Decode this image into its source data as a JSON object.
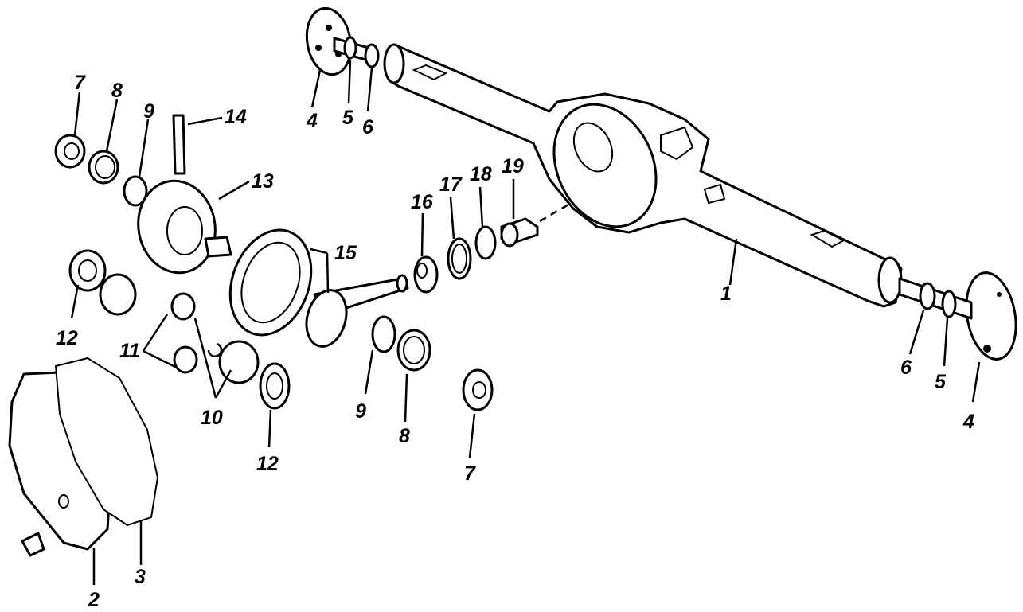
{
  "callouts": [
    {
      "id": "axle-housing",
      "text": "1"
    },
    {
      "id": "cover",
      "text": "2"
    },
    {
      "id": "gasket",
      "text": "3"
    },
    {
      "id": "flange-left",
      "text": "4"
    },
    {
      "id": "flange-right",
      "text": "4"
    },
    {
      "id": "seal-upper",
      "text": "5"
    },
    {
      "id": "seal-right",
      "text": "5"
    },
    {
      "id": "bearing-upper",
      "text": "6"
    },
    {
      "id": "bearing-right",
      "text": "6"
    },
    {
      "id": "cone-left",
      "text": "7"
    },
    {
      "id": "cone-lower",
      "text": "7"
    },
    {
      "id": "cup-left",
      "text": "8"
    },
    {
      "id": "cup-lower",
      "text": "8"
    },
    {
      "id": "shim-left",
      "text": "9"
    },
    {
      "id": "shim-lower",
      "text": "9"
    },
    {
      "id": "side-gear",
      "text": "10"
    },
    {
      "id": "pinion-gear",
      "text": "11"
    },
    {
      "id": "washer-left",
      "text": "12"
    },
    {
      "id": "washer-lower",
      "text": "12"
    },
    {
      "id": "case",
      "text": "13"
    },
    {
      "id": "shaft",
      "text": "14"
    },
    {
      "id": "ring-pinion",
      "text": "15"
    },
    {
      "id": "pinion-bearing",
      "text": "16"
    },
    {
      "id": "pinion-cup",
      "text": "17"
    },
    {
      "id": "spacer",
      "text": "18"
    },
    {
      "id": "yoke",
      "text": "19"
    }
  ]
}
